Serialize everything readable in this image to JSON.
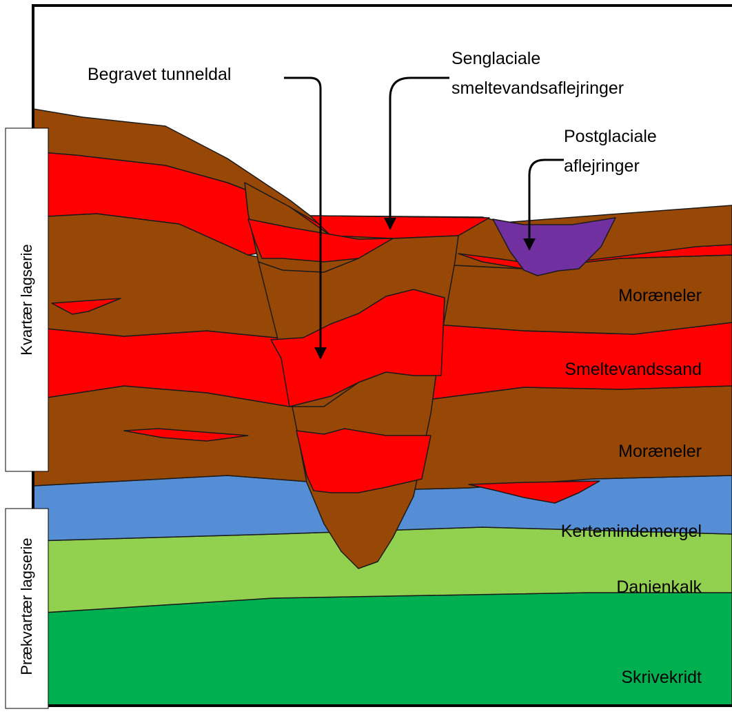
{
  "colors": {
    "moraeneler": "#974706",
    "smeltevandssand": "#ff0000",
    "postglaciale": "#7030a0",
    "kertemindemergel": "#558ed5",
    "danienkalk": "#92d050",
    "skrivekridt": "#00b050",
    "frame": "#000000",
    "outline": "#1a1a1a"
  },
  "callouts": {
    "tunneldal": "Begravet tunneldal",
    "senglacial_line1": "Senglaciale",
    "senglacial_line2": "smeltevandsaflejringer",
    "postglacial_line1": "Postglaciale",
    "postglacial_line2": "aflejringer"
  },
  "layer_labels": {
    "moraeneler_upper": "Moræneler",
    "smeltevandssand": "Smeltevandssand",
    "moraeneler_lower": "Moræneler",
    "kertemindemergel": "Kertemindemergel",
    "danienkalk": "Danienkalk",
    "skrivekridt": "Skrivekridt"
  },
  "series": {
    "kvartaer": "Kvartær lagserie",
    "praekvartaer": "Prækvartær lagserie"
  },
  "icons": {
    "arrow": "arrow-down-icon"
  }
}
